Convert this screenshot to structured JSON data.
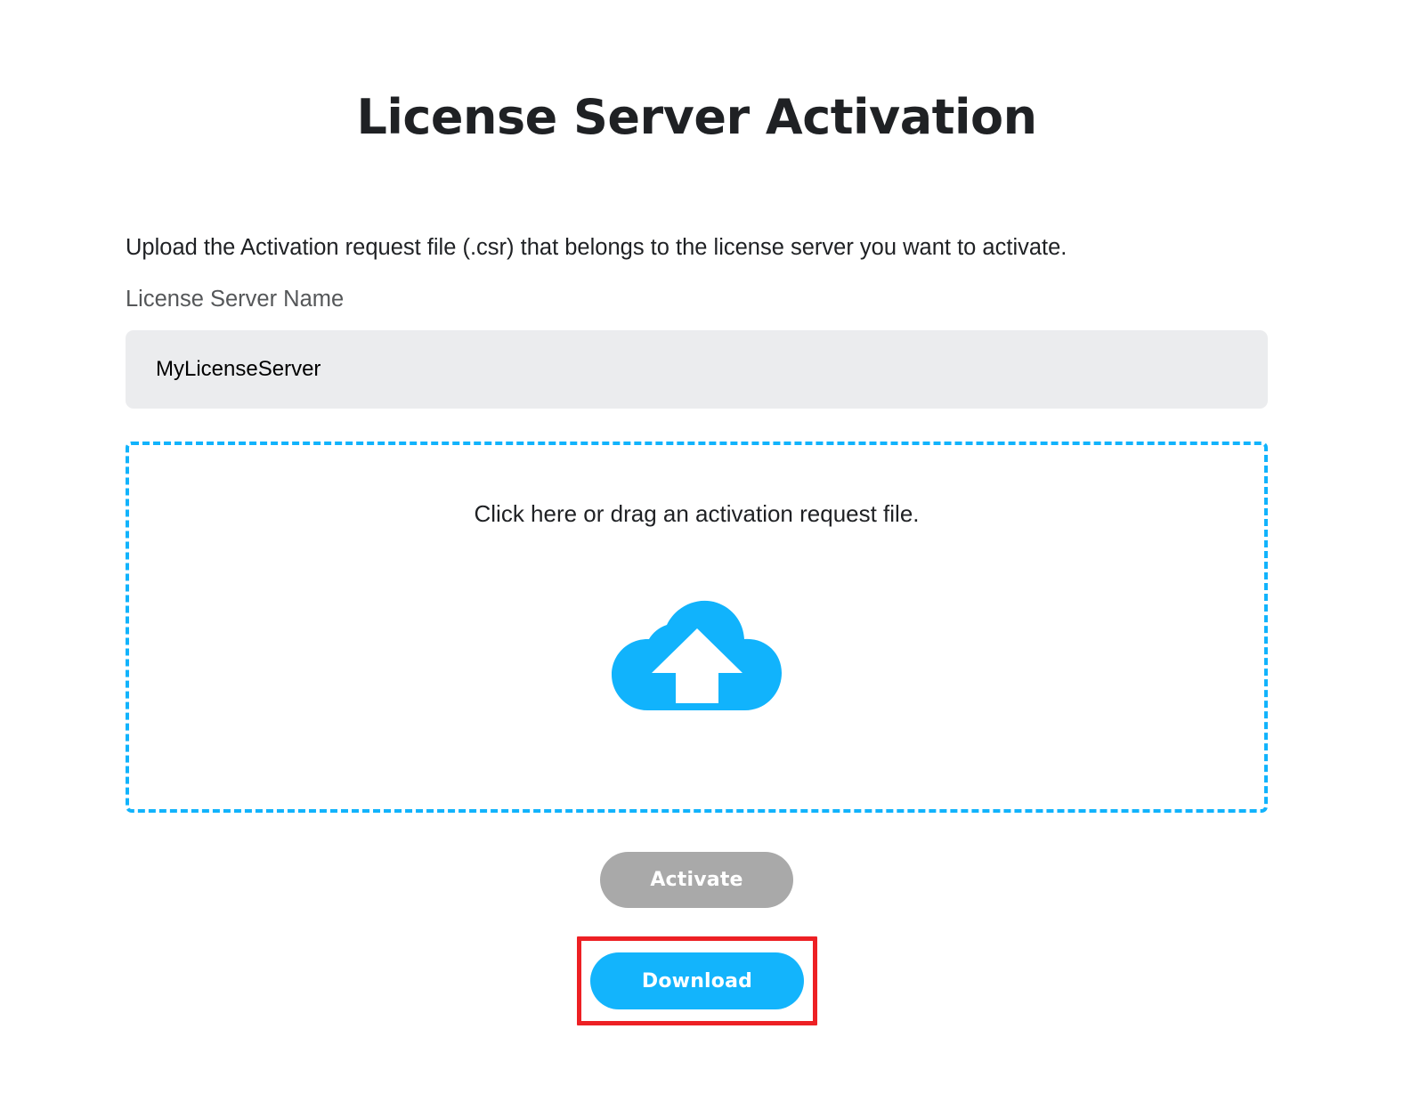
{
  "page": {
    "title": "License Server Activation",
    "intro": "Upload the Activation request file (.csr) that belongs to the license server you want to activate.",
    "background_color": "#ffffff",
    "accent_color": "#13b4fc"
  },
  "form": {
    "server_name": {
      "label": "License Server Name",
      "value": "MyLicenseServer",
      "placeholder": "License Server Name",
      "field_background": "#ebecee",
      "label_color": "#555759"
    },
    "dropzone": {
      "instruction": "Click here or drag an activation request file.",
      "icon": "cloud-upload-icon",
      "border_color": "#11b3fc",
      "border_style": "dashed"
    }
  },
  "actions": {
    "activate": {
      "label": "Activate",
      "state": "disabled",
      "color": "#a9a9a9"
    },
    "download": {
      "label": "Download",
      "state": "enabled",
      "color": "#13b4fc"
    }
  },
  "annotation": {
    "target": "download",
    "color": "#ed2024",
    "shape": "rectangle"
  }
}
